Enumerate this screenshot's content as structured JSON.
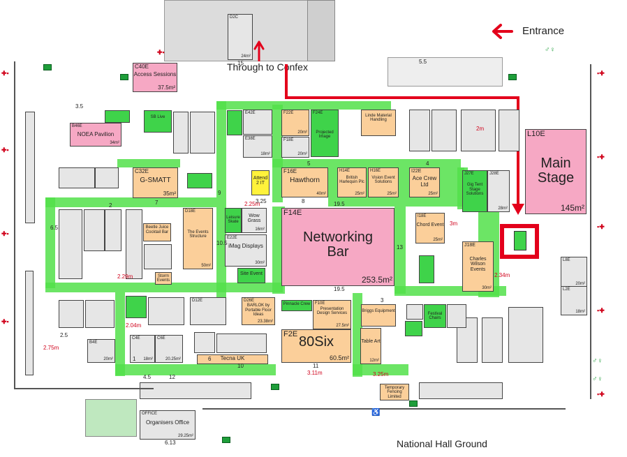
{
  "labels": {
    "entrance": "Entrance",
    "through_to_confex": "Through to Confex",
    "national_hall_ground": "National Hall Ground",
    "entrance_arrow_icon": "left-arrow",
    "through_arrow_icon": "up-arrow"
  },
  "booths": {
    "c40e": {
      "code": "C40E",
      "name": "Access Sessions",
      "area": "37.5m²"
    },
    "l10e": {
      "code": "L10E",
      "name": "Main Stage",
      "area": "145m²"
    },
    "f14e": {
      "code": "F14E",
      "name": "Networking Bar",
      "area": "253.5m²"
    },
    "f2e": {
      "code": "F2E",
      "name": "80Six",
      "area": "60.5m²"
    },
    "c32e": {
      "code": "C32E",
      "name": "G-SMATT",
      "area": "35m²"
    },
    "f16e": {
      "code": "F16E",
      "name": "Hawthorn",
      "area": "40m²"
    },
    "i22e": {
      "code": "I22E",
      "name": "Ace Crew Ltd",
      "area": "25m²"
    },
    "h14e": {
      "code": "H14E",
      "name": "British Harlequin Plc",
      "area": "25m²"
    },
    "h16e": {
      "code": "H16E",
      "name": "Vision Event Solutions",
      "area": "25m²"
    },
    "i18e": {
      "code": "I18E",
      "name": "Chord Event",
      "area": "25m²"
    },
    "j18e": {
      "code": "J18E",
      "name": "Charles Wilson Events",
      "area": "30m²"
    },
    "j27e": {
      "code": "J27E",
      "name": "Gig Tent Stage Solutions",
      "area": ""
    },
    "j28e": {
      "code": "J28E",
      "name": "",
      "area": "28m²"
    },
    "d18e": {
      "code": "D18E",
      "name": "The Events Structure",
      "area": "50m²"
    },
    "e22e": {
      "code": "E22E",
      "name": "iMag Displays",
      "area": "30m²"
    },
    "wow_grass": {
      "code": "",
      "name": "Wow Grass",
      "area": "16m²"
    },
    "leisure_skate": {
      "code": "",
      "name": "Leisure Skate",
      "area": ""
    },
    "site_event": {
      "code": "",
      "name": "Site Event",
      "area": ""
    },
    "attend2it": {
      "code": "",
      "name": "Attend 2 IT",
      "area": ""
    },
    "b46e": {
      "code": "B46E",
      "name": "NOEA Pavilion",
      "area": "34m²"
    },
    "f10e": {
      "code": "F10E",
      "name": "Presentation Design Services",
      "area": "27.5m²"
    },
    "pinnacle": {
      "code": "",
      "name": "Pinnacle Crew",
      "area": ""
    },
    "barlok": {
      "code": "D26E",
      "name": "BARLOK by Portable Floor Ideas",
      "area": "23.38m²"
    },
    "tecna": {
      "code": "",
      "name": "Tecna UK",
      "area": ""
    },
    "table_art": {
      "code": "",
      "name": "Table Art",
      "area": "12m²"
    },
    "briggs": {
      "code": "",
      "name": "Briggs Equipment",
      "area": ""
    },
    "linde": {
      "code": "",
      "name": "Linde Material Handling",
      "area": ""
    },
    "f22e": {
      "code": "F22E",
      "name": "",
      "area": "20m²"
    },
    "f24e": {
      "code": "F24E",
      "name": "Projected Image",
      "area": ""
    },
    "temporary_fencing": {
      "code": "",
      "name": "Temporary Fencing Limited",
      "area": ""
    },
    "office": {
      "code": "OFFICE",
      "name": "Organisers Office",
      "area": "29.25m²"
    },
    "festival_chairs": {
      "code": "",
      "name": "Festival Chairs",
      "area": ""
    },
    "storm_events": {
      "code": "",
      "name": "Storm Events",
      "area": ""
    },
    "beetle_juice": {
      "code": "",
      "name": "Beetle Juice Cocktail Bar",
      "area": ""
    },
    "sb_live": {
      "code": "",
      "name": "SB Live",
      "area": ""
    },
    "l8e": {
      "code": "L8E",
      "name": "",
      "area": "20m²"
    },
    "l2e": {
      "code": "L2E",
      "name": "",
      "area": "18m²"
    },
    "c6e": {
      "code": "C6E",
      "name": "",
      "area": "20.25m²"
    },
    "c4e": {
      "code": "C4E",
      "name": "",
      "area": "18m²"
    },
    "b4e": {
      "code": "B4E",
      "name": "",
      "area": "20m²"
    },
    "d12e": {
      "code": "D12E",
      "name": "",
      "area": ""
    },
    "d2c": {
      "code": "D2C",
      "name": "",
      "area": "24m²"
    },
    "e38e": {
      "code": "E38E",
      "name": "",
      "area": "18m²"
    },
    "e42e": {
      "code": "E42E",
      "name": "",
      "area": ""
    },
    "f18e": {
      "code": "F18E",
      "name": "",
      "area": "20m²"
    }
  },
  "dimensions": {
    "d35a": "3.5",
    "d2a": "2",
    "d3a": "3",
    "d4a": "4",
    "d5a": "5",
    "d19_5a": "19.5",
    "d19_5b": "19.5",
    "d13": "13",
    "d11": "11",
    "d10_5": "10.5",
    "d6_5": "6.5",
    "d9": "9",
    "d7": "7",
    "d8": "8",
    "d3_25": "3.25",
    "d10": "10",
    "d2_5": "2.5",
    "d4_5": "4.5",
    "d1": "1",
    "d6_13": "6.13",
    "d15": "15",
    "d5_5": "5.5",
    "d6": "6",
    "d12": "12"
  },
  "red_dimensions": {
    "r2_75": "2.75m",
    "r3_11": "3.11m",
    "r3_25": "3.25m",
    "r2_34": "2.34m",
    "r2_04": "2.04m",
    "r2_29": "2.29m",
    "r2_25": "2.25m",
    "r2m": "2m",
    "r3m": "3m"
  },
  "colors": {
    "aisle_green": "#52e04a",
    "booth_orange": "#fbcf9a",
    "feature_pink": "#f6a8c4",
    "exhibitor_green": "#3fd34a",
    "route_red": "#e3001b",
    "highlight_red": "#e3001b"
  }
}
